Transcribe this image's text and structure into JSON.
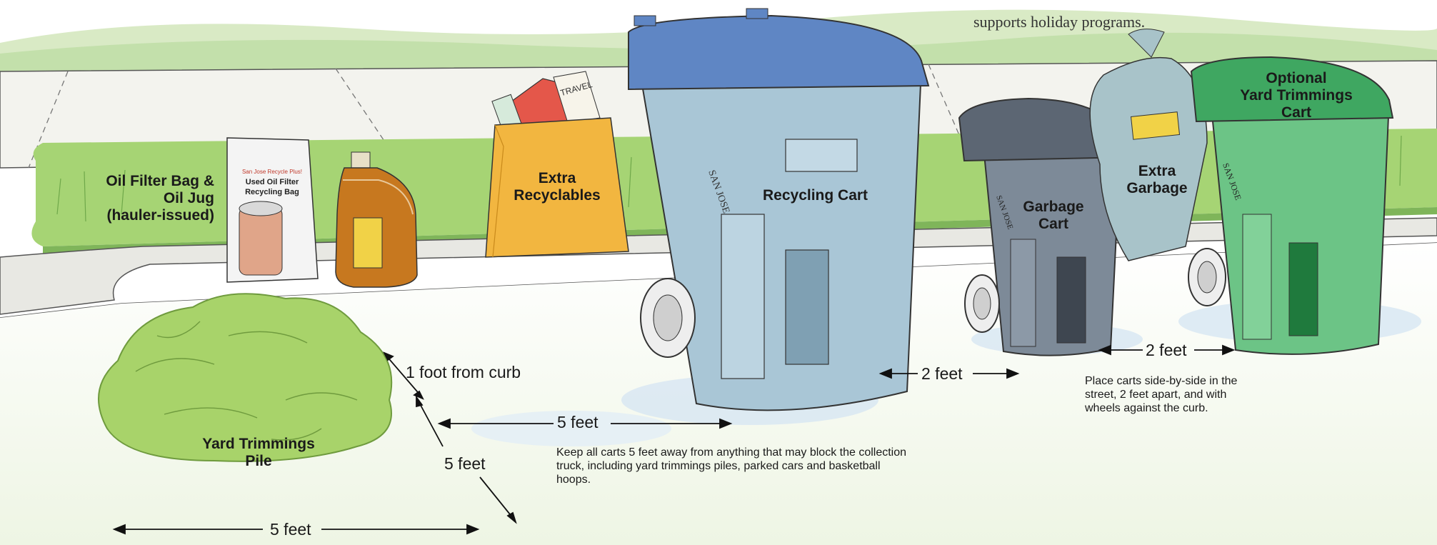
{
  "top_fragment": {
    "text": "supports holiday programs."
  },
  "labels": {
    "oil_filter": [
      "Oil Filter Bag &",
      "Oil Jug",
      "(hauler-issued)"
    ],
    "extra_recyclables": [
      "Extra",
      "Recyclables"
    ],
    "recycling_cart": "Recycling Cart",
    "garbage_cart": [
      "Garbage",
      "Cart"
    ],
    "extra_garbage": [
      "Extra",
      "Garbage"
    ],
    "yard_cart": [
      "Optional",
      "Yard Trimmings",
      "Cart"
    ],
    "yard_pile": [
      "Yard Trimmings",
      "Pile"
    ]
  },
  "bag_print": {
    "line1": "San Jose Recycle Plus!",
    "line2": "Used Oil Filter",
    "line3": "Recycling Bag"
  },
  "cart_brand": "SAN JOSE",
  "newspaper_word": "TRAVEL",
  "dimensions": {
    "curb": "1 foot from curb",
    "five_to_cart": "5 feet",
    "five_diagonal": "5 feet",
    "five_bottom": "5 feet",
    "two_a": "2 feet",
    "two_b": "2 feet"
  },
  "notes": {
    "keep_away": "Keep all carts 5 feet away from anything that may block the collection truck, including yard trimmings piles, parked cars and basketball hoops.",
    "side_by_side": "Place carts side-by-side in the street, 2 feet apart, and with wheels against the curb."
  },
  "colors": {
    "recycling_cart": "#a9c6d6",
    "recycling_lid": "#5f86c4",
    "garbage_cart": "#7d8a98",
    "garbage_lid": "#5c6673",
    "yard_cart": "#6cc486",
    "yard_lid": "#3fa761",
    "recyclables_bag": "#f2b640",
    "oil_jug": "#c7781f",
    "yard_pile": "#a8d36a",
    "lawn": "#9fd06c"
  }
}
